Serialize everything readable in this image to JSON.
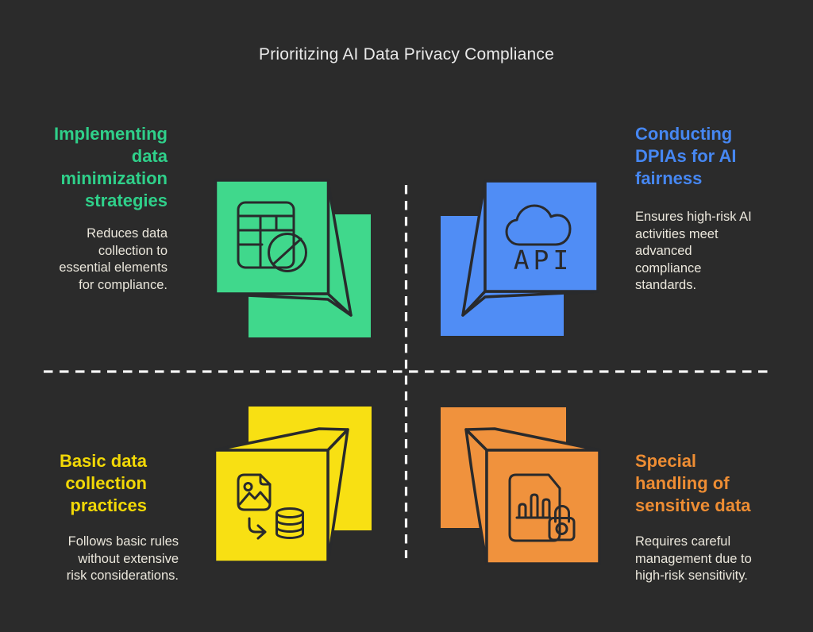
{
  "background": "#2b2b2b",
  "divider_color": "#f5f5f5",
  "title": "Prioritizing AI Data Privacy Compliance",
  "quadrants": [
    {
      "position": "top-left",
      "heading": "Implementing\ndata\nminimization\nstrategies",
      "description": "Reduces data\ncollection to\nessential elements\nfor compliance.",
      "accent_color": "#2fd08a",
      "square_color": "#40d88c",
      "icon": "data-table-blocked"
    },
    {
      "position": "top-right",
      "heading": "Conducting\nDPIAs for AI\nfairness",
      "description": "Ensures high-risk AI\nactivities meet\nadvanced\ncompliance\nstandards.",
      "accent_color": "#4687f2",
      "square_color": "#508df5",
      "icon": "cloud-api"
    },
    {
      "position": "bottom-left",
      "heading": "Basic data\ncollection\npractices",
      "description": "Follows basic rules\nwithout extensive\nrisk considerations.",
      "accent_color": "#f2d806",
      "square_color": "#f8e013",
      "icon": "image-to-database"
    },
    {
      "position": "bottom-right",
      "heading": "Special\nhandling of\nsensitive data",
      "description": "Requires careful\nmanagement due to\nhigh-risk sensitivity.",
      "accent_color": "#ee8d33",
      "square_color": "#f0923d",
      "icon": "document-lock"
    }
  ],
  "icons": {
    "api_label": "API"
  }
}
